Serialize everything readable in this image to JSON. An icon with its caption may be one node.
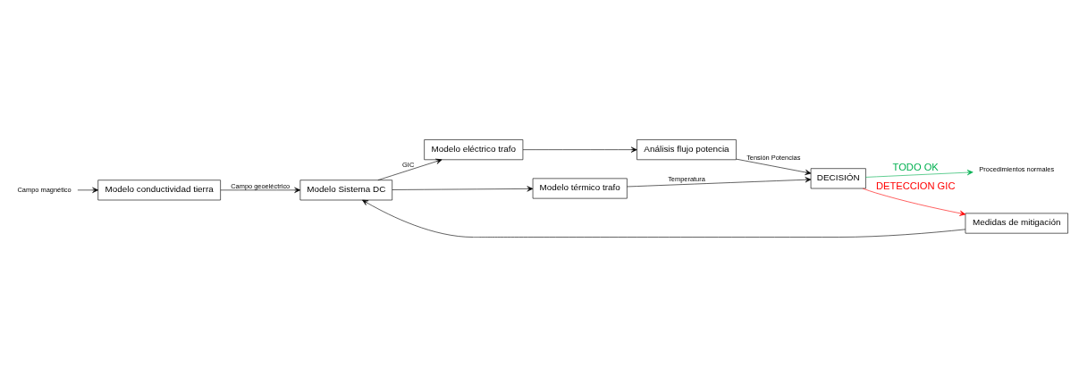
{
  "diagram": {
    "nodes": [
      {
        "text": [
          "Campo magnético"
        ]
      },
      {
        "text": [
          "Modelo conductividad tierra"
        ]
      },
      {
        "text": [
          "Modelo Sistema DC"
        ]
      },
      {
        "text": [
          "Medidas de mitigación"
        ]
      },
      {
        "text": [
          "Modelo eléctrico trafo"
        ]
      },
      {
        "text": [
          "Análisis flujo potencia"
        ]
      },
      {
        "text": [
          "DECISIÓN"
        ]
      },
      {
        "text": [
          "Modelo térmico trafo"
        ]
      },
      {
        "text": [
          "Procedimientos normales"
        ]
      }
    ],
    "edges": [
      {
        "from": 0,
        "to": 1,
        "arrow": "to"
      },
      {
        "from": 1,
        "to": 2,
        "arrow": "to",
        "label": "Campo geoeléctrico"
      },
      {
        "from": 2,
        "to": 4,
        "arrow": "to",
        "label": "GIC"
      },
      {
        "from": 2,
        "to": 7,
        "arrow": "to"
      },
      {
        "from": 4,
        "to": 5,
        "arrow": "to"
      },
      {
        "from": 5,
        "to": 6,
        "arrow": "to",
        "label": "Tensión Potencias"
      },
      {
        "from": 7,
        "to": 6,
        "arrow": "to",
        "label": "Temperatura"
      },
      {
        "from": 6,
        "to": 3,
        "arrow": "to",
        "label": "DETECCION GIC",
        "color": "#ff0000"
      },
      {
        "from": 3,
        "to": 2,
        "arrow": "to"
      },
      {
        "from": 6,
        "to": 8,
        "arrow": "to",
        "label": "TODO OK",
        "color": "#00b050"
      }
    ]
  }
}
